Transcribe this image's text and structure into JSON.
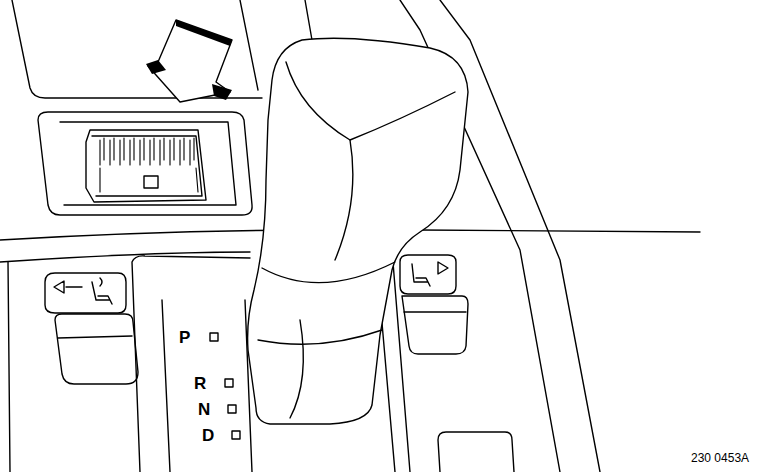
{
  "diagram": {
    "labels": [
      "P",
      "R",
      "N",
      "D",
      "230 0453A"
    ]
  }
}
